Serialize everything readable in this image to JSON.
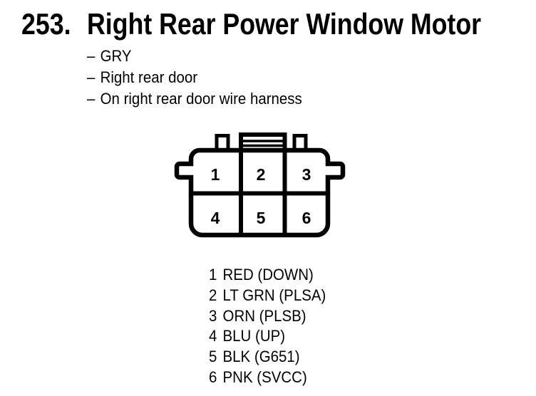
{
  "header": {
    "number": "253.",
    "title": "Right Rear Power Window Motor"
  },
  "details": {
    "bullet": "–",
    "items": [
      "GRY",
      "Right rear door",
      "On right rear door wire harness"
    ]
  },
  "connector": {
    "pins": [
      "1",
      "2",
      "3",
      "4",
      "5",
      "6"
    ]
  },
  "pinout": [
    {
      "pin": "1",
      "label": "RED (DOWN)"
    },
    {
      "pin": "2",
      "label": "LT GRN (PLSA)"
    },
    {
      "pin": "3",
      "label": "ORN (PLSB)"
    },
    {
      "pin": "4",
      "label": "BLU (UP)"
    },
    {
      "pin": "5",
      "label": "BLK (G651)"
    },
    {
      "pin": "6",
      "label": "PNK (SVCC)"
    }
  ],
  "colors": {
    "ink": "#000000",
    "background": "#ffffff"
  }
}
